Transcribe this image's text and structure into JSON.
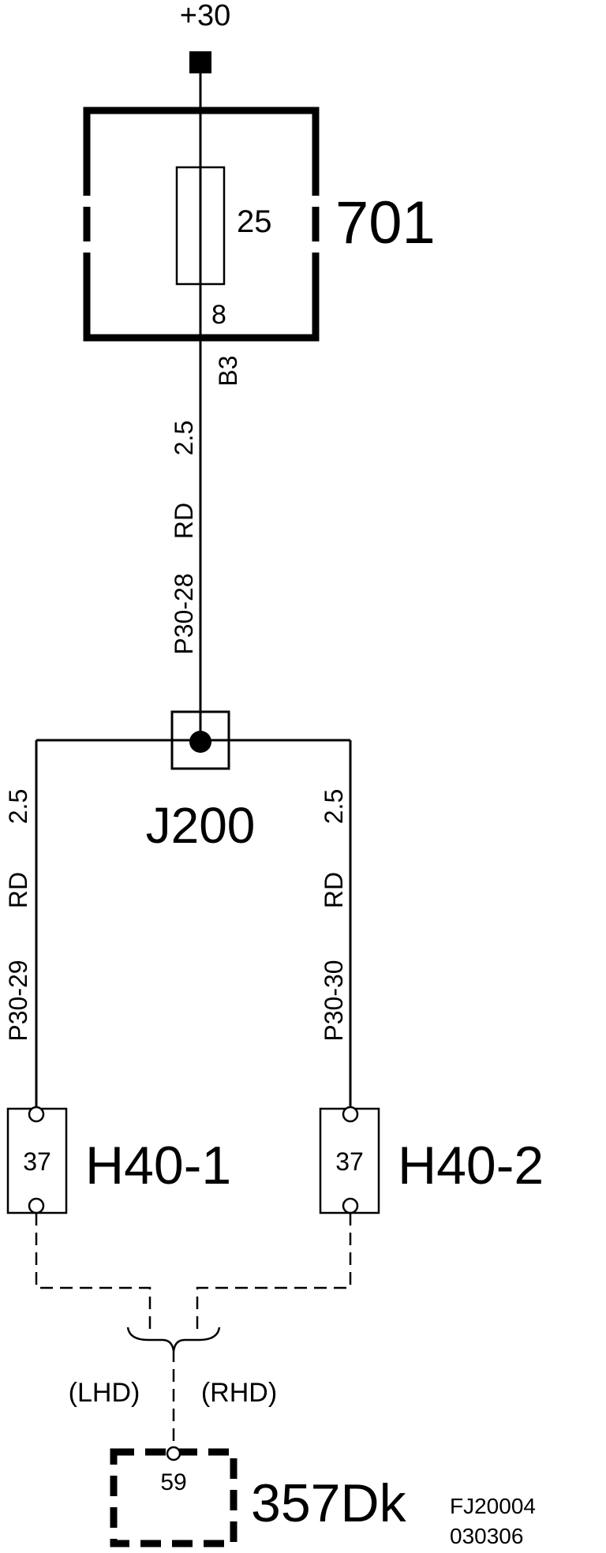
{
  "supply": {
    "label": "+30"
  },
  "fuse_box": {
    "id": "701",
    "fuse_rating": "25",
    "pin": "8",
    "connector": "B3"
  },
  "wire_main": {
    "size": "2.5",
    "color": "RD",
    "code": "P30-28"
  },
  "junction": {
    "id": "J200"
  },
  "wire_left": {
    "size": "2.5",
    "color": "RD",
    "code": "P30-29"
  },
  "wire_right": {
    "size": "2.5",
    "color": "RD",
    "code": "P30-30"
  },
  "component_left": {
    "id": "H40-1",
    "pin": "37"
  },
  "component_right": {
    "id": "H40-2",
    "pin": "37"
  },
  "variants": {
    "left": "(LHD)",
    "right": "(RHD)"
  },
  "module": {
    "id": "357Dk",
    "pin": "59"
  },
  "drawing": {
    "number": "FJ20004",
    "date": "030306"
  }
}
